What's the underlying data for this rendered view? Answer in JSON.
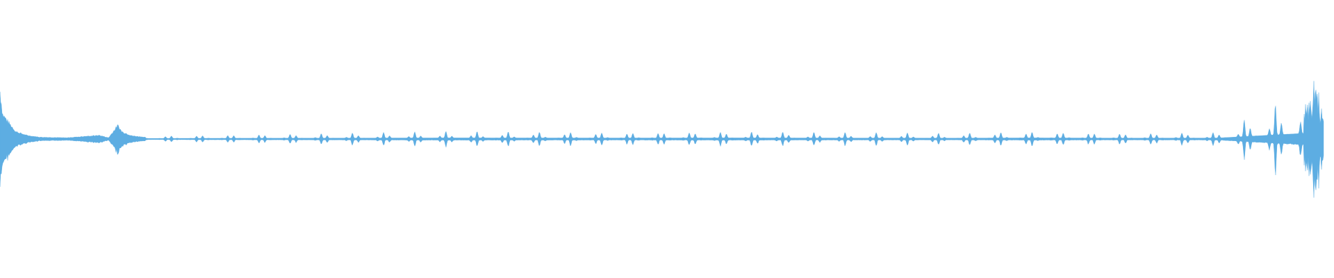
{
  "waveform": {
    "color": "#5dade2",
    "background": "#ffffff",
    "baseline_visible": true,
    "amplitude_profile": [
      {
        "t": 0.0,
        "a": 0.78
      },
      {
        "t": 0.002,
        "a": 0.4
      },
      {
        "t": 0.006,
        "a": 0.28
      },
      {
        "t": 0.012,
        "a": 0.12
      },
      {
        "t": 0.02,
        "a": 0.06
      },
      {
        "t": 0.03,
        "a": 0.03
      },
      {
        "t": 0.05,
        "a": 0.02
      },
      {
        "t": 0.075,
        "a": 0.06
      },
      {
        "t": 0.082,
        "a": 0.02
      },
      {
        "t": 0.089,
        "a": 0.22
      },
      {
        "t": 0.092,
        "a": 0.12
      },
      {
        "t": 0.1,
        "a": 0.05
      },
      {
        "t": 0.11,
        "a": 0.03
      },
      {
        "t": 0.34,
        "a": 0.08
      },
      {
        "t": 0.47,
        "a": 0.07
      },
      {
        "t": 0.56,
        "a": 0.08
      },
      {
        "t": 0.62,
        "a": 0.07
      },
      {
        "t": 0.72,
        "a": 0.06
      },
      {
        "t": 0.78,
        "a": 0.08
      },
      {
        "t": 0.85,
        "a": 0.06
      },
      {
        "t": 0.92,
        "a": 0.07
      },
      {
        "t": 0.99,
        "a": 0.55
      },
      {
        "t": 0.994,
        "a": 1.0
      },
      {
        "t": 0.997,
        "a": 0.6
      },
      {
        "t": 1.0,
        "a": 0.3
      }
    ]
  }
}
